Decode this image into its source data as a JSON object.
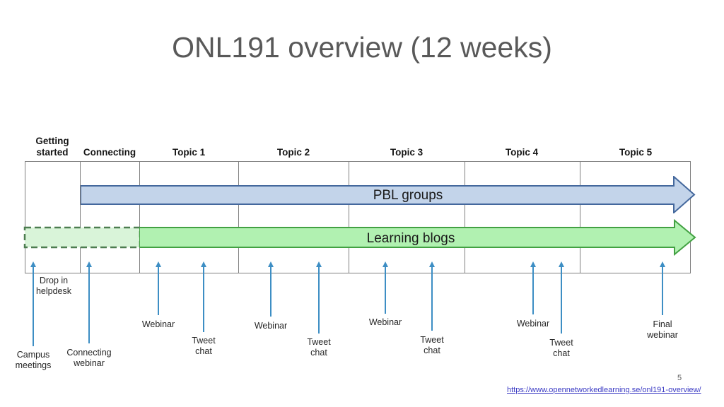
{
  "slide": {
    "title": "ONL191 overview (12 weeks)",
    "page_number": "5",
    "link": "https://www.opennetworkedlearning.se/onl191-overview/"
  },
  "timeline": {
    "columns": [
      {
        "label": "Getting started"
      },
      {
        "label": "Connecting"
      },
      {
        "label": "Topic 1"
      },
      {
        "label": "Topic 2"
      },
      {
        "label": "Topic 3"
      },
      {
        "label": "Topic 4"
      },
      {
        "label": "Topic 5"
      }
    ],
    "bars": [
      {
        "label": "PBL groups",
        "fill": "#c3d4ea",
        "stroke": "#44689d",
        "starts_at": "Connecting"
      },
      {
        "label": "Learning blogs",
        "fill": "#b1f1b1",
        "stroke": "#42a142",
        "starts_at": "Topic 1"
      }
    ],
    "pre_phase": {
      "style": "dashed",
      "fill": "#d9f4d9",
      "stroke": "#4d7d50"
    },
    "helpdesk_label": "Drop in\nhelpdesk",
    "event_arrow_color": "#3d8ec4",
    "events": [
      {
        "label": "Campus\nmeetings",
        "column": "Getting started"
      },
      {
        "label": "Connecting\nwebinar",
        "column": "Connecting"
      },
      {
        "label": "Webinar",
        "column": "Topic 1"
      },
      {
        "label": "Tweet\nchat",
        "column": "Topic 1"
      },
      {
        "label": "Webinar",
        "column": "Topic 2"
      },
      {
        "label": "Tweet\nchat",
        "column": "Topic 2"
      },
      {
        "label": "Webinar",
        "column": "Topic 3"
      },
      {
        "label": "Tweet\nchat",
        "column": "Topic 3"
      },
      {
        "label": "Webinar",
        "column": "Topic 4"
      },
      {
        "label": "Tweet\nchat",
        "column": "Topic 4"
      },
      {
        "label": "Final\nwebinar",
        "column": "Topic 5"
      }
    ]
  }
}
